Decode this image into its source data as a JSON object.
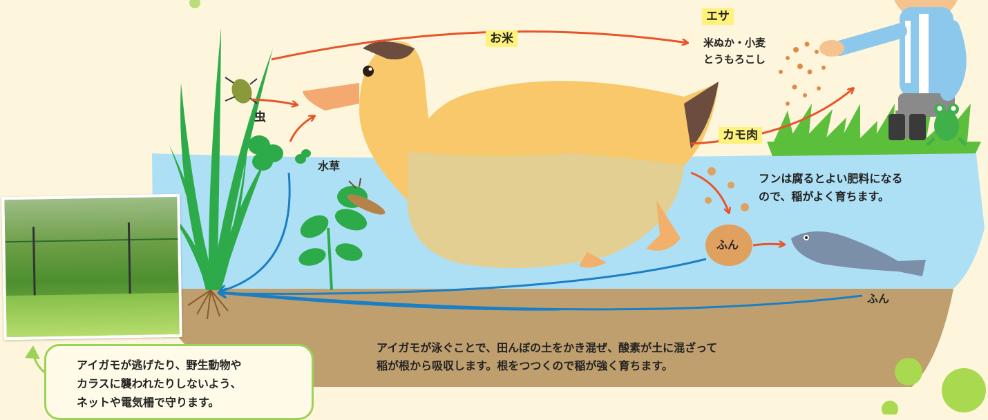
{
  "labels": {
    "rice": "お米",
    "feed_title": "エサ",
    "feed_line1": "米ぬか・小麦",
    "feed_line2": "とうもろこし",
    "insect": "虫",
    "water_weed": "水草",
    "duck_meat": "カモ肉",
    "poop_text_line1": "フンは腐るとよい肥料になる",
    "poop_text_line2": "ので、稲がよく育ちます。",
    "poop_label": "ふん",
    "poop_label_fish": "ふん",
    "mixing_line1": "アイガモが泳ぐことで、田んぼの土をかき混ぜ、酸素が土に混ざって",
    "mixing_line2": "稲が根から吸収します。根をつつくので稲が強く育ちます。"
  },
  "net_note": {
    "line1": "アイガモが逃げたり、野生動物や",
    "line2": "カラスに襲われたりしないよう、",
    "line3": "ネットや電気柵で守ります。"
  },
  "colors": {
    "background": "#fdf6dc",
    "water": "#aee0f5",
    "soil": "#bf9f6e",
    "orange_arrow": "#e8542a",
    "blue_arrow": "#1a7fc4",
    "highlight": "#fff27a",
    "note_border": "#9bd35a"
  }
}
